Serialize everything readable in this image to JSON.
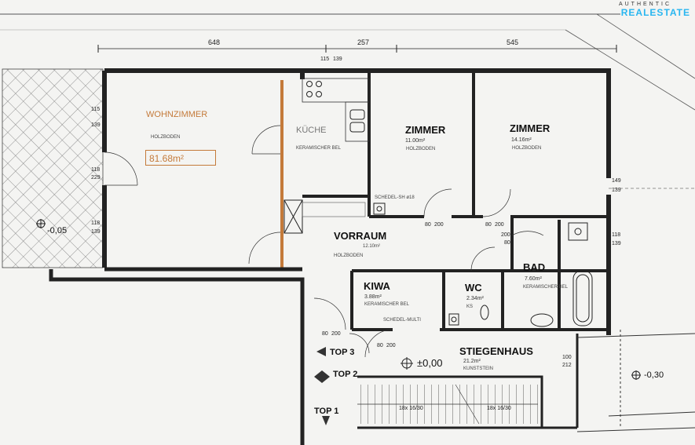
{
  "watermark": {
    "top": "AUTHENTIC",
    "main": "REALESTATE",
    "color": "#29b6f0"
  },
  "dimensions_top": {
    "left": "648",
    "mid": "257",
    "right": "545"
  },
  "rooms": {
    "wohnzimmer": {
      "name": "WOHNZIMMER",
      "floor": "HOLZBODEN",
      "area": "81.68m²"
    },
    "kueche": {
      "name": "KÜCHE",
      "floor": "KERAMISCHER BEL"
    },
    "zimmer1": {
      "name": "ZIMMER",
      "area": "11.00m²",
      "floor": "HOLZBODEN"
    },
    "zimmer2": {
      "name": "ZIMMER",
      "area": "14.16m²",
      "floor": "HOLZBODEN"
    },
    "vorraum": {
      "name": "VORRAUM",
      "area": "12.10m²",
      "floor": "HOLZBODEN"
    },
    "kiwa": {
      "name": "KIWA",
      "area": "3.88m²",
      "floor": "KERAMISCHER BEL"
    },
    "wc": {
      "name": "WC",
      "area": "2.34m²",
      "floor": "KS"
    },
    "bad": {
      "name": "BAD",
      "area": "7.60m²",
      "floor": "KERAMISCHER BEL"
    },
    "stiegenhaus": {
      "name": "STIEGENHAUS",
      "area": "21.2m²",
      "floor": "KUNSTSTEIN"
    }
  },
  "notes": {
    "schedel_1": "SCHEDEL-SH ø18",
    "schedel_2": "SCHEDEL-MULTI",
    "level_main": "±0,00",
    "level_terrace": "-0,05",
    "level_outside": "-0,30"
  },
  "tops": {
    "top3": "TOP 3",
    "top2": "TOP 2",
    "top1": "TOP 1"
  },
  "window_dims": {
    "w1a": "115",
    "w1b": "139",
    "w2a": "118",
    "w2b": "229",
    "w3a": "118",
    "w3b": "139",
    "w4a": "149",
    "w4b": "139",
    "w5a": "118",
    "w5b": "139",
    "w6a": "115",
    "w6b": "139",
    "st_a": "100",
    "st_b": "212"
  },
  "door_dims": {
    "d1a": "80",
    "d1b": "200",
    "d2a": "80",
    "d2b": "200",
    "d3a": "200",
    "d3b": "80",
    "d4a": "80",
    "d4b": "200",
    "d5a": "80",
    "d5b": "200"
  },
  "stairs": {
    "s1": "18x 16/30",
    "s2": "18x 16/30"
  }
}
